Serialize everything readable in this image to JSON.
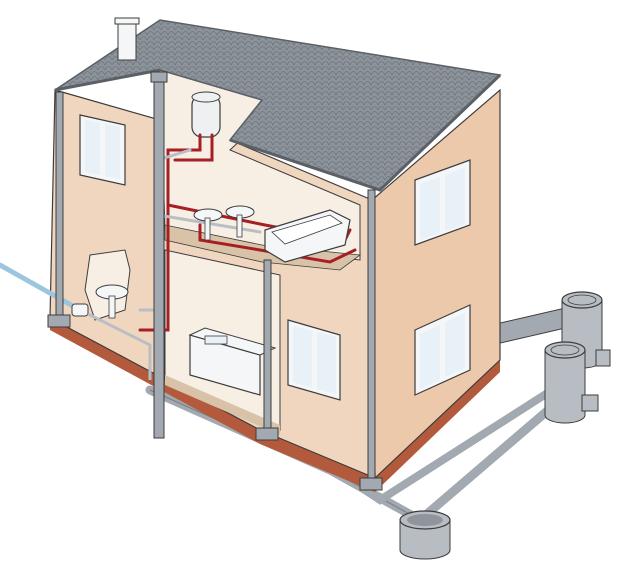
{
  "diagram": {
    "colors": {
      "background": "#ffffff",
      "wall_front": "#f1d6bf",
      "wall_side": "#ecc9ab",
      "wall_shadow": "#d9ae90",
      "roof": "#8c939a",
      "roof_dark": "#6f757c",
      "roof_edge": "#5b6066",
      "outline": "#3d3d3d",
      "cold_pipe": "#b9bec4",
      "hot_pipe": "#a61f24",
      "drain_pipe": "#a3a9b0",
      "water_main": "#9cc5de",
      "ground_strip": "#b45a3c",
      "interior": "#f7efe4",
      "floor": "#d9c3a8",
      "fixture": "#f4f6f8",
      "window_glass": "#e8f0f8",
      "heater": "#eef0f2",
      "manhole": "#b8bdc3"
    },
    "components": [
      "chimney",
      "roof",
      "vent-stack",
      "water-heater",
      "bathroom-sink",
      "bathtub",
      "kitchen-sink",
      "kitchen-counter",
      "ground-floor-basin",
      "water-meter",
      "water-main",
      "downpipe-left",
      "downpipe-right",
      "external-drain",
      "inspection-chamber-front",
      "inspection-chamber-back",
      "soakaway-ring"
    ]
  }
}
